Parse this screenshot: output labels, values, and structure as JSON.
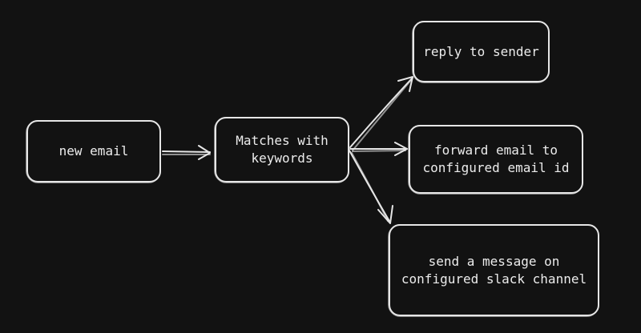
{
  "diagram": {
    "nodes": {
      "new_email": "new email",
      "matches": "Matches with\nkeywords",
      "reply": "reply to sender",
      "forward": "forward email to\nconfigured email id",
      "slack": "send a message on\nconfigured slack channel"
    },
    "edges": [
      {
        "from": "new_email",
        "to": "matches"
      },
      {
        "from": "matches",
        "to": "reply"
      },
      {
        "from": "matches",
        "to": "forward"
      },
      {
        "from": "matches",
        "to": "slack"
      }
    ],
    "colors": {
      "background": "#121212",
      "stroke": "#e6e6e6",
      "text": "#ececec"
    }
  }
}
